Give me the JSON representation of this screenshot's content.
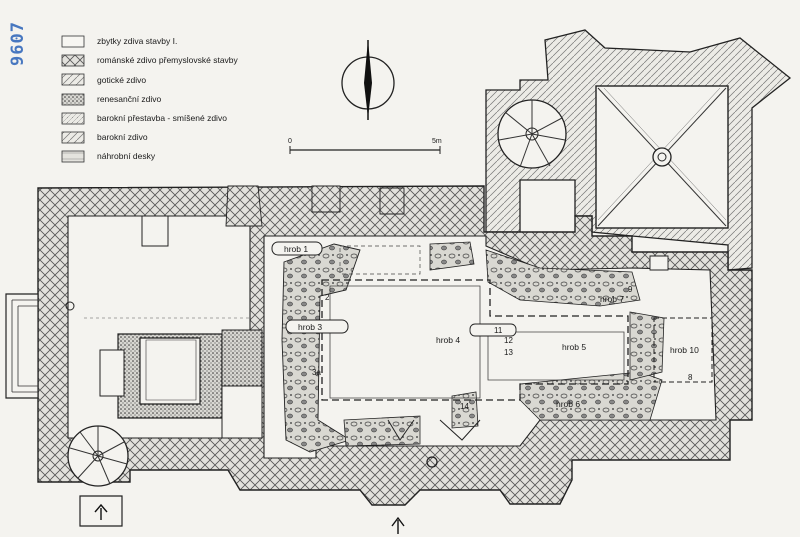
{
  "stamp": "9607",
  "legend": [
    {
      "pattern": "plain",
      "label": "zbytky zdiva stavby I."
    },
    {
      "pattern": "crosshatch",
      "label": "románské zdivo přemyslovské stavby"
    },
    {
      "pattern": "diag",
      "label": "gotické zdivo"
    },
    {
      "pattern": "dots",
      "label": "renesanční zdivo"
    },
    {
      "pattern": "fine",
      "label": "barokní přestavba - smíšené zdivo"
    },
    {
      "pattern": "diag",
      "label": "barokní zdivo"
    },
    {
      "pattern": "slab",
      "label": "náhrobní desky"
    }
  ],
  "scale": {
    "start": "0",
    "end": "5m"
  },
  "graves": {
    "hrob1": "hrob 1",
    "hrob3": "hrob 3",
    "hrob4": "hrob 4",
    "hrob5": "hrob 5",
    "hrob6": "hrob 6",
    "hrob7": "hrob 7",
    "hrob10": "hrob 10"
  },
  "numbers": {
    "n2": "2",
    "n3a": "3a",
    "n8": "8",
    "n9": "9",
    "n11": "11",
    "n12": "12",
    "n13": "13",
    "n14": "14"
  },
  "colors": {
    "ink": "#1a1a1a",
    "paper": "#f4f3ef",
    "stamp": "#2a62b8"
  }
}
